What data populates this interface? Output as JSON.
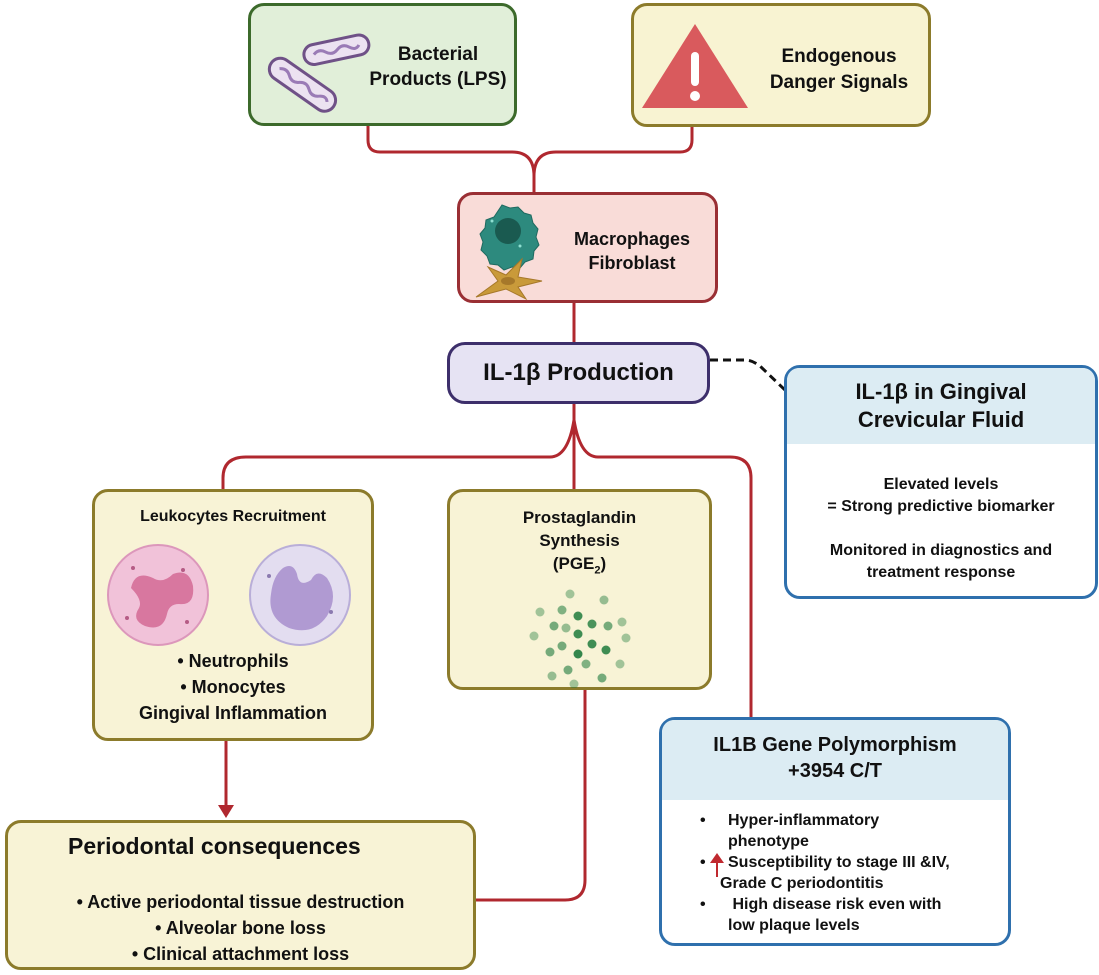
{
  "diagram": {
    "colors": {
      "connector": "#b0282f",
      "dashed_connector": "#111111",
      "bacterial_fill": "#e1efd9",
      "bacterial_border": "#3c6a2b",
      "danger_fill": "#f8f3d2",
      "danger_border": "#8c7b2b",
      "warning_triangle": "#d95a5d",
      "macrophage_fill": "#f9dcd8",
      "macrophage_border": "#9a2f34",
      "il1b_fill": "#e6e3f3",
      "il1b_border": "#3d2f6b",
      "info_fill": "#dcecf3",
      "info_border": "#2f70ad",
      "effect_fill": "#f8f3d6",
      "effect_border": "#8c7b2b"
    },
    "nodes": {
      "bacterial": {
        "icon": "bacteria-icon",
        "lines": [
          "Bacterial",
          "Products (LPS)"
        ]
      },
      "danger": {
        "icon": "warning-icon",
        "lines": [
          "Endogenous",
          "Danger Signals"
        ]
      },
      "macrophages": {
        "icon": "macrophage-fibroblast-icon",
        "lines": [
          "Macrophages",
          "Fibroblast"
        ]
      },
      "il1b": {
        "label": "IL-1β Production"
      },
      "gcf": {
        "title_lines": [
          "IL-1β in Gingival",
          "Crevicular Fluid"
        ],
        "body_lines": [
          "Elevated levels",
          "= Strong predictive biomarker",
          "",
          "Monitored in diagnostics and",
          "treatment response"
        ]
      },
      "leukocytes": {
        "title": "Leukocytes Recruitment",
        "icons": [
          "neutrophil-icon",
          "monocyte-icon"
        ],
        "bullets": [
          "Neutrophils",
          "Monocytes"
        ],
        "footer": "Gingival Inflammation"
      },
      "prostaglandin": {
        "icon": "prostaglandin-molecules-icon",
        "lines": [
          "Prostaglandin",
          "Synthesis"
        ],
        "formula_prefix": "(PGE",
        "formula_sub": "2",
        "formula_suffix": ")"
      },
      "polymorphism": {
        "title_lines": [
          "IL1B Gene Polymorphism",
          "+3954 C/T"
        ],
        "bullets": [
          {
            "lines": [
              "Hyper-inflammatory",
              "phenotype"
            ],
            "icon": null
          },
          {
            "lines": [
              "Susceptibility to stage III &IV,",
              "Grade C periodontitis"
            ],
            "icon": "up-arrow-icon"
          },
          {
            "lines": [
              " High disease risk even with",
              "low plaque levels"
            ],
            "icon": null
          }
        ]
      },
      "periodontal": {
        "title": "Periodontal consequences",
        "bullets": [
          "Active periodontal tissue destruction",
          "Alveolar bone loss",
          "Clinical attachment loss"
        ]
      }
    }
  }
}
